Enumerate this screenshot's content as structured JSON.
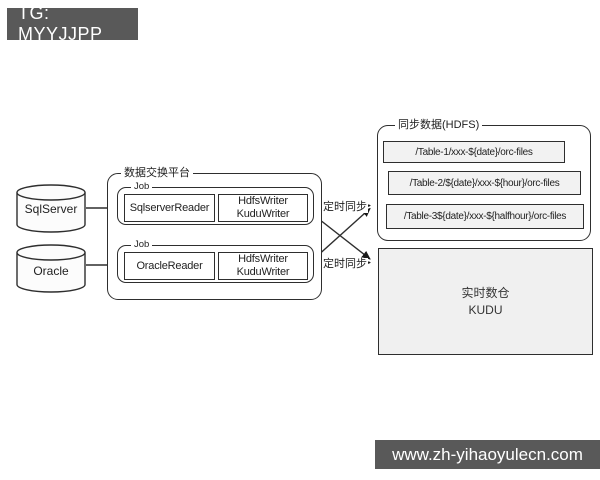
{
  "banners": {
    "top": "TG: MYYJJPP",
    "bottom": "www.zh-yihaoyulecn.com"
  },
  "databases": [
    {
      "name": "SqlServer"
    },
    {
      "name": "Oracle"
    }
  ],
  "platform": {
    "title": "数据交换平台",
    "jobs": [
      {
        "tag": "Job",
        "reader": "SqlserverReader",
        "writers": [
          "HdfsWriter",
          "KuduWriter"
        ],
        "sync_label": "定时同步"
      },
      {
        "tag": "Job",
        "reader": "OracleReader",
        "writers": [
          "HdfsWriter",
          "KuduWriter"
        ],
        "sync_label": "定时同步"
      }
    ]
  },
  "hdfs": {
    "title": "同步数据(HDFS)",
    "paths": [
      "/Table-1/xxx-${date}/orc-files",
      "/Table-2/${date}/xxx-${hour}/orc-files",
      "/Table-3${date}/xxx-${halfhour}/orc-files"
    ]
  },
  "kudu": {
    "lines": [
      "实时数仓",
      "KUDU"
    ]
  },
  "colors": {
    "banner_bg": "#595959",
    "banner_text": "#ffffff",
    "line": "#2e2e2e",
    "row_fill": "#f2f2f2",
    "kudu_fill": "#f0f0f0"
  }
}
